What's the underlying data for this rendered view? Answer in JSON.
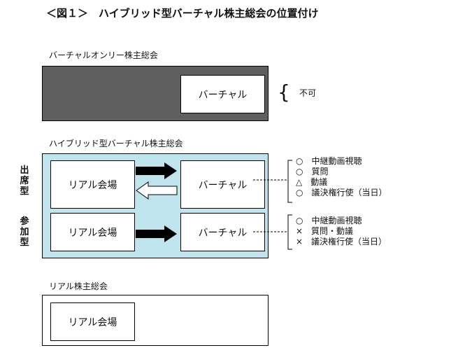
{
  "title": "＜図１＞　ハイブリッド型バーチャル株主総会の位置付け",
  "virtual_only": {
    "label": "バーチャルオンリー株主総会",
    "box": "バーチャル",
    "note": "不可"
  },
  "hybrid": {
    "label": "ハイブリッド型バーチャル株主総会",
    "attendance": {
      "side_label": [
        "出",
        "席",
        "型"
      ],
      "venue": "リアル会場",
      "virtual": "バーチャル",
      "notes": [
        "○　中継動画視聴",
        "○　質問",
        "△　動議",
        "○　議決権行使（当日）"
      ]
    },
    "participation": {
      "side_label": [
        "参",
        "加",
        "型"
      ],
      "venue": "リアル会場",
      "virtual": "バーチャル",
      "notes": [
        "○　中継動画視聴",
        "×　質問・動議",
        "×　議決権行使（当日）"
      ]
    }
  },
  "real": {
    "label": "リアル株主総会",
    "venue": "リアル会場"
  },
  "colors": {
    "virtual_only_fill": "#5f5f5f",
    "hybrid_fill": "#bfe4ee",
    "arrow": "#000000"
  }
}
